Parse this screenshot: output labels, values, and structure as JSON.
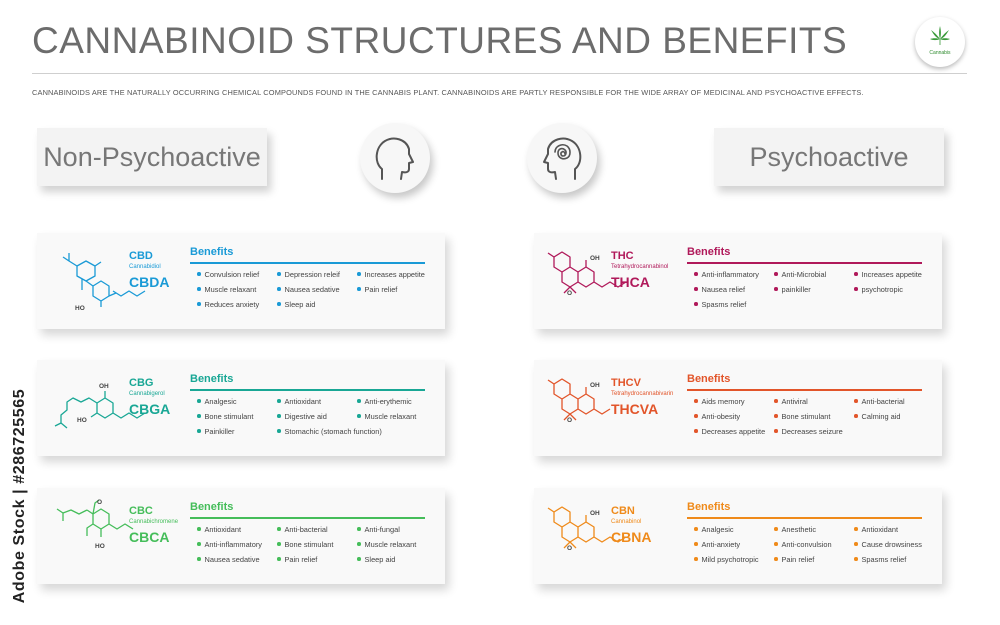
{
  "title": "CANNABINOID STRUCTURES AND BENEFITS",
  "intro": "Cannabinoids are the naturally occurring chemical compounds found in the cannabis plant. Cannabinoids are partly responsible for the wide array of medicinal and psychoactive effects.",
  "logo": {
    "icon": "cannabis-leaf-icon",
    "label": "Cannabis"
  },
  "headers": {
    "left": "Non-Psychoactive",
    "right": "Psychoactive"
  },
  "stock_id": "Adobe Stock | #286725565",
  "cards": [
    {
      "color": "#1a9ad6",
      "abbr": "CBD",
      "full": "Cannabidiol",
      "abbr2": "CBDA",
      "benefits_title": "Benefits",
      "benefits": [
        "Convulsion relief",
        "Depression releif",
        "Increases appetite",
        "Muscle relaxant",
        "Nausea sedative",
        "Pain relief",
        "Reduces anxiety",
        "Sleep aid"
      ]
    },
    {
      "color": "#19a795",
      "abbr": "CBG",
      "full": "Cannabigerol",
      "abbr2": "CBGA",
      "benefits_title": "Benefits",
      "benefits": [
        "Analgesic",
        "Antioxidant",
        "Anti-erythemic",
        "Bone stimulant",
        "Digestive aid",
        "Muscle relaxant",
        "Painkiller",
        "Stomachic (stomach function)"
      ]
    },
    {
      "color": "#45bd5a",
      "abbr": "CBC",
      "full": "Cannabichromene",
      "abbr2": "CBCA",
      "benefits_title": "Benefits",
      "benefits": [
        "Antioxidant",
        "Anti-bacterial",
        "Anti-fungal",
        "Anti-inflammatory",
        "Bone stimulant",
        "Muscle relaxant",
        "Nausea sedative",
        "Pain relief",
        "Sleep aid"
      ]
    },
    {
      "color": "#b0195a",
      "abbr": "THC",
      "full": "Tetrahydrocannabinol",
      "abbr2": "THCA",
      "benefits_title": "Benefits",
      "benefits": [
        "Anti-inflammatory",
        "Anti-Microbial",
        "Increases appetite",
        "Nausea relief",
        "painkiller",
        "psychotropic",
        "Spasms relief"
      ]
    },
    {
      "color": "#e2552a",
      "abbr": "THCV",
      "full": "Tetrahydrocannabivarin",
      "abbr2": "THCVA",
      "benefits_title": "Benefits",
      "benefits": [
        "Aids memory",
        "Antiviral",
        "Anti-bacterial",
        "Anti-obesity",
        "Bone stimulant",
        "Calming aid",
        "Decreases appetite",
        "Decreases seizure"
      ]
    },
    {
      "color": "#ef8a1a",
      "abbr": "CBN",
      "full": "Cannabinol",
      "abbr2": "CBNA",
      "benefits_title": "Benefits",
      "benefits": [
        "Analgesic",
        "Anesthetic",
        "Antioxidant",
        "Anti-anxiety",
        "Anti-convulsion",
        "Cause drowsiness",
        "Mild psychotropic",
        "Pain relief",
        "Spasms relief"
      ]
    }
  ]
}
